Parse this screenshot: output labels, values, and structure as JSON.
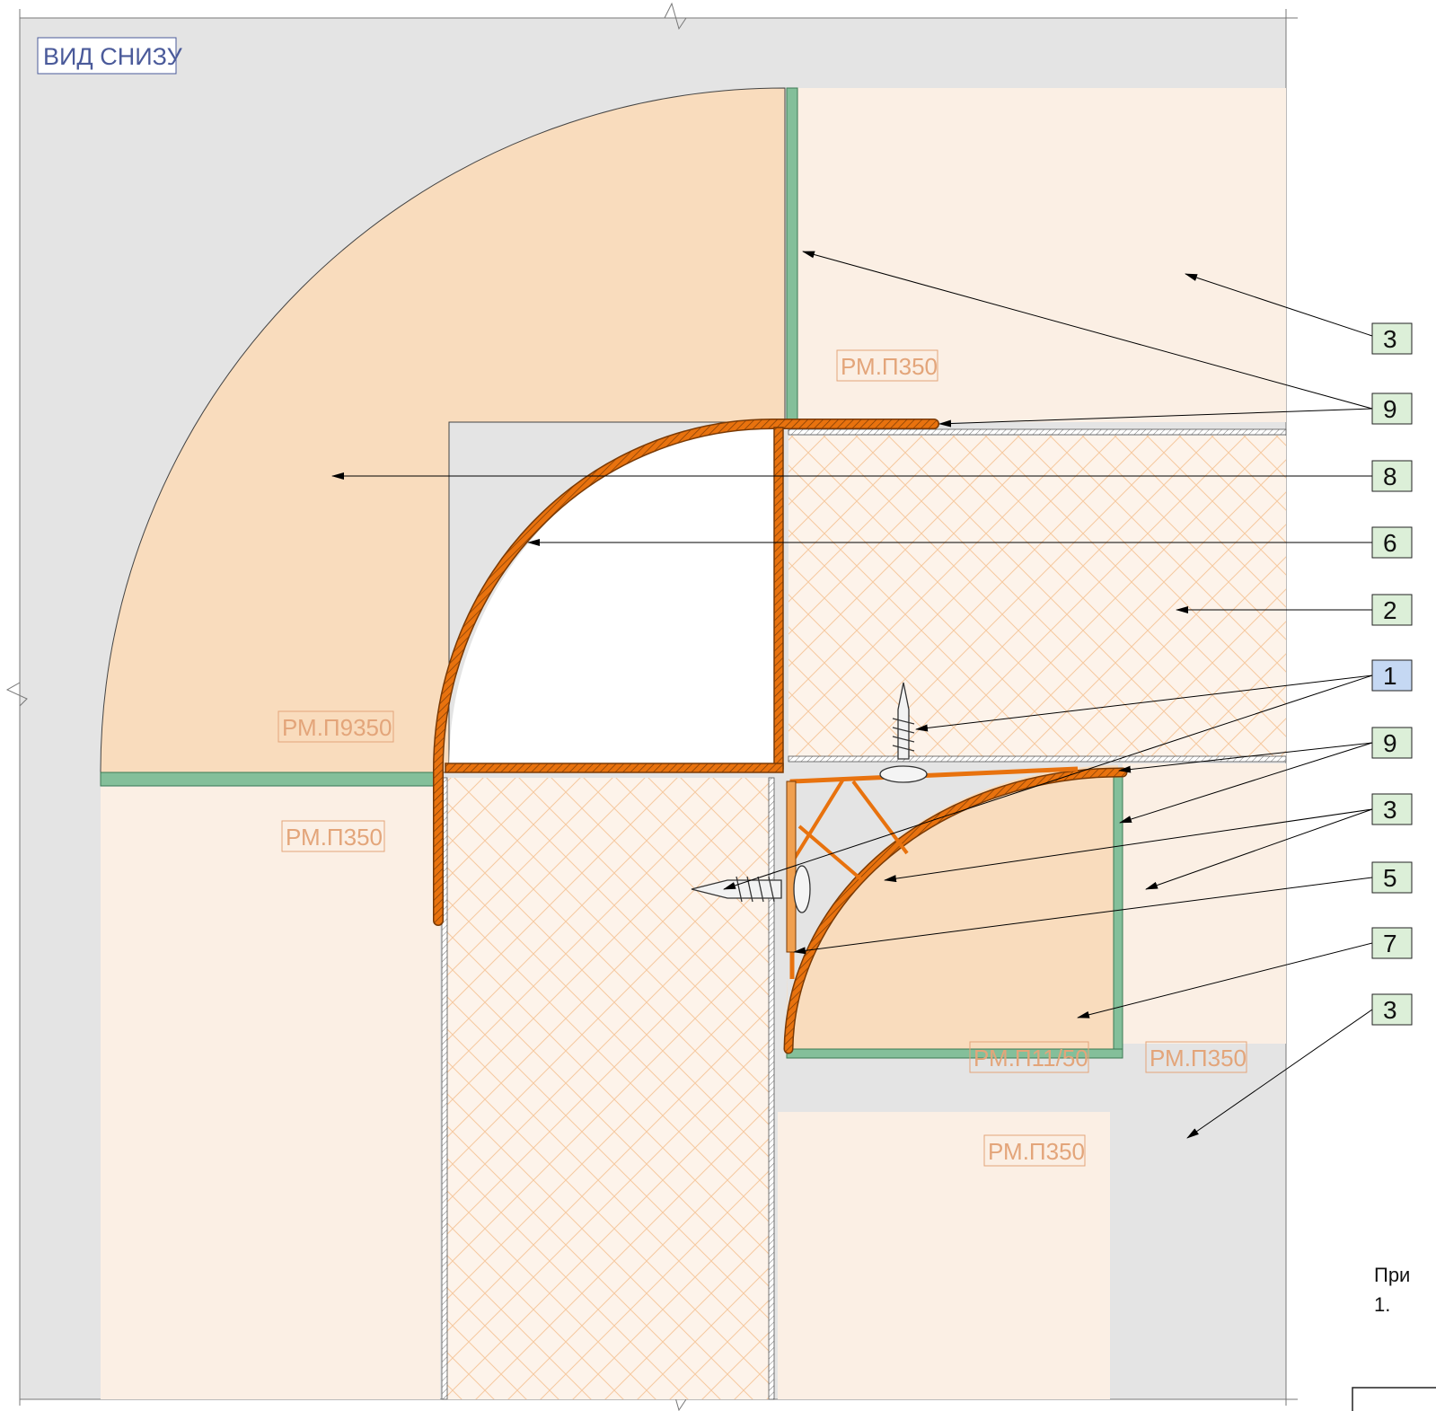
{
  "view_label": "ВИД СНИЗУ",
  "material_tags": {
    "top_right": "РМ.П350",
    "arc_panel": "РМ.П9350",
    "left_lower": "РМ.П350",
    "inner_corner": "РМ.П11/50",
    "right_lower": "РМ.П350",
    "bottom": "РМ.П350"
  },
  "callouts": [
    "3",
    "9",
    "8",
    "6",
    "2",
    "1",
    "9",
    "3",
    "5",
    "7",
    "3"
  ],
  "note": {
    "heading": "При",
    "item": "1."
  },
  "colors": {
    "background_gray": "#e4e4e4",
    "panel_light": "#fbefe4",
    "panel_dark": "#f9dcbd",
    "profile_orange": "#e8720e",
    "joint_green": "#84bf9a",
    "callout_green": "#dcefd8",
    "callout_blue": "#c5d8f3",
    "tag_text": "#e3a57a"
  }
}
